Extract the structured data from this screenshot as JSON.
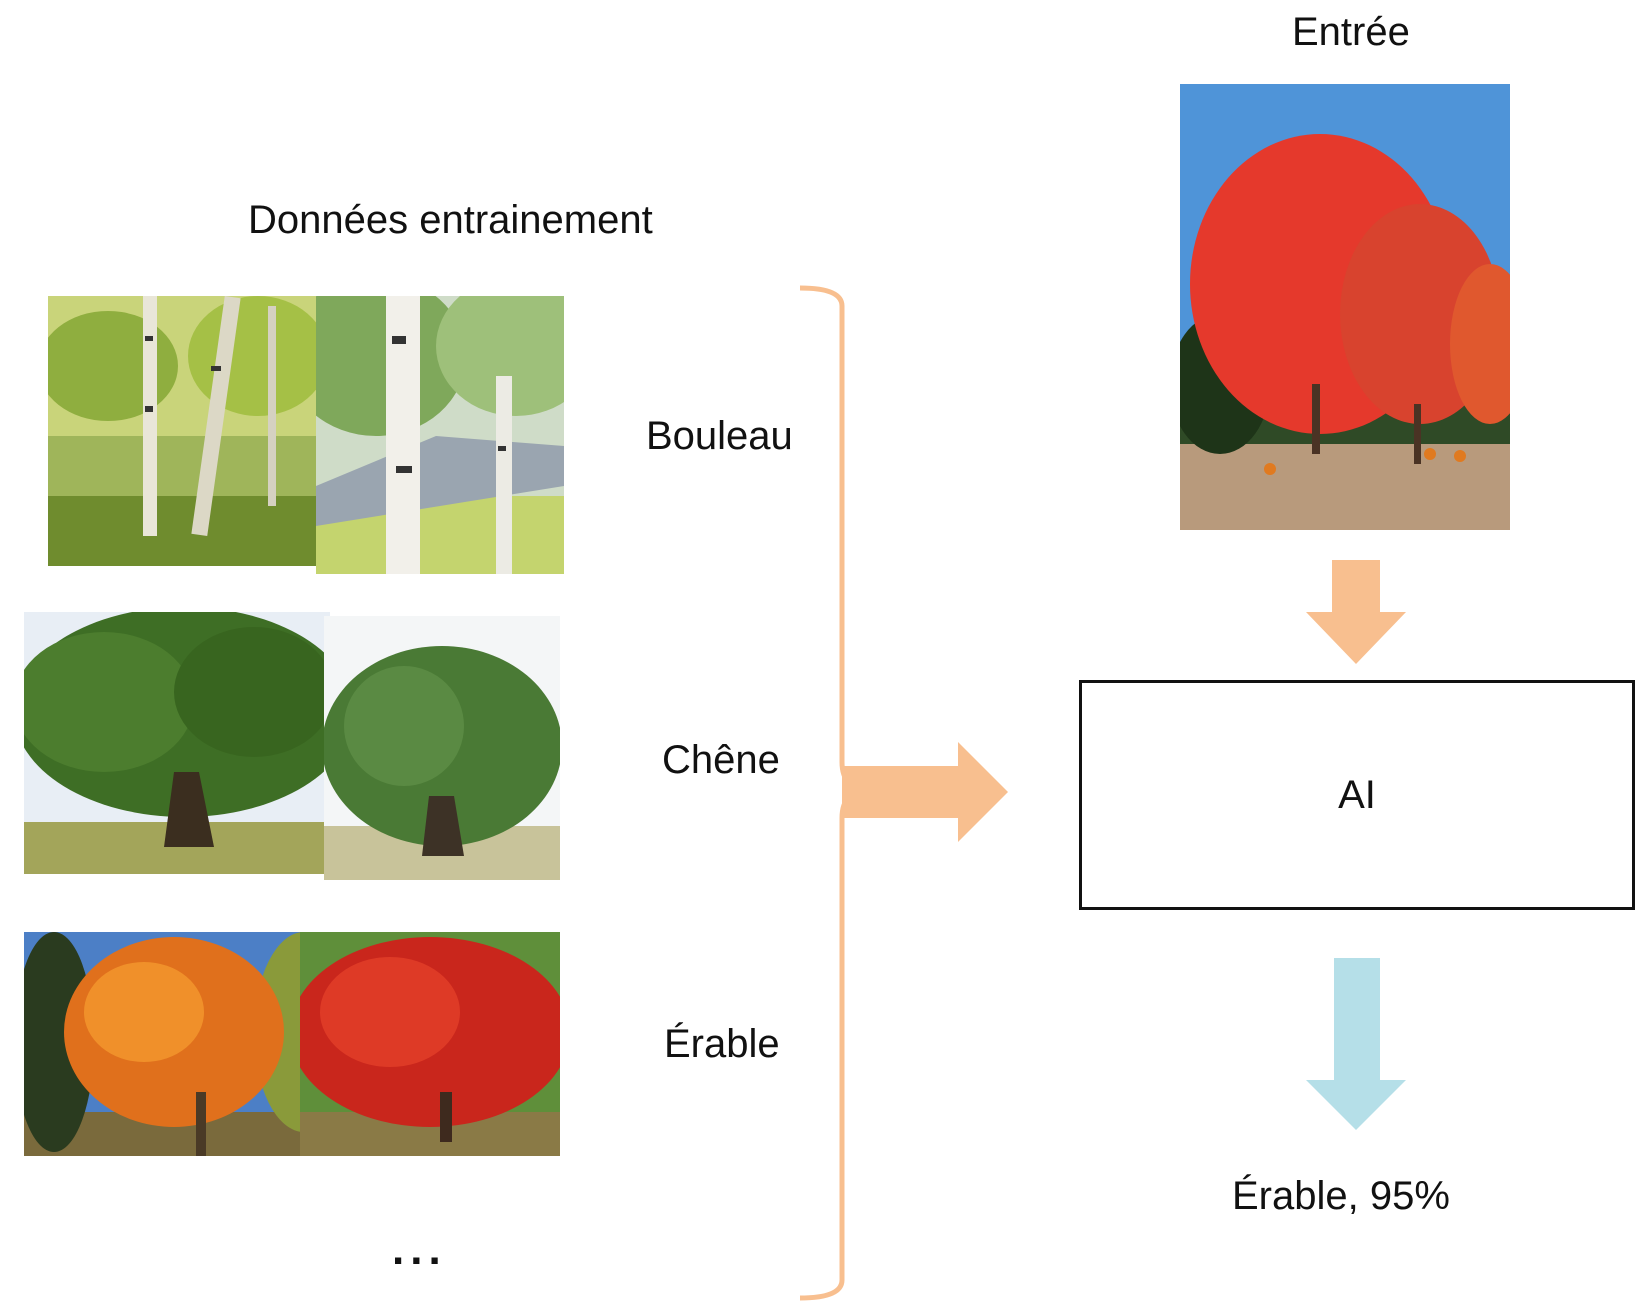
{
  "training": {
    "title": "Données entrainement",
    "classes": [
      {
        "label": "Bouleau"
      },
      {
        "label": "Chêne"
      },
      {
        "label": "Érable"
      }
    ],
    "more": "..."
  },
  "input": {
    "title": "Entrée"
  },
  "model": {
    "label": "AI"
  },
  "output": {
    "label": "Érable, 95%"
  },
  "colors": {
    "arrow_orange": "#f8bf8f",
    "arrow_blue": "#b5dfe8",
    "brace": "#f8bf8f",
    "box_border": "#111111"
  }
}
